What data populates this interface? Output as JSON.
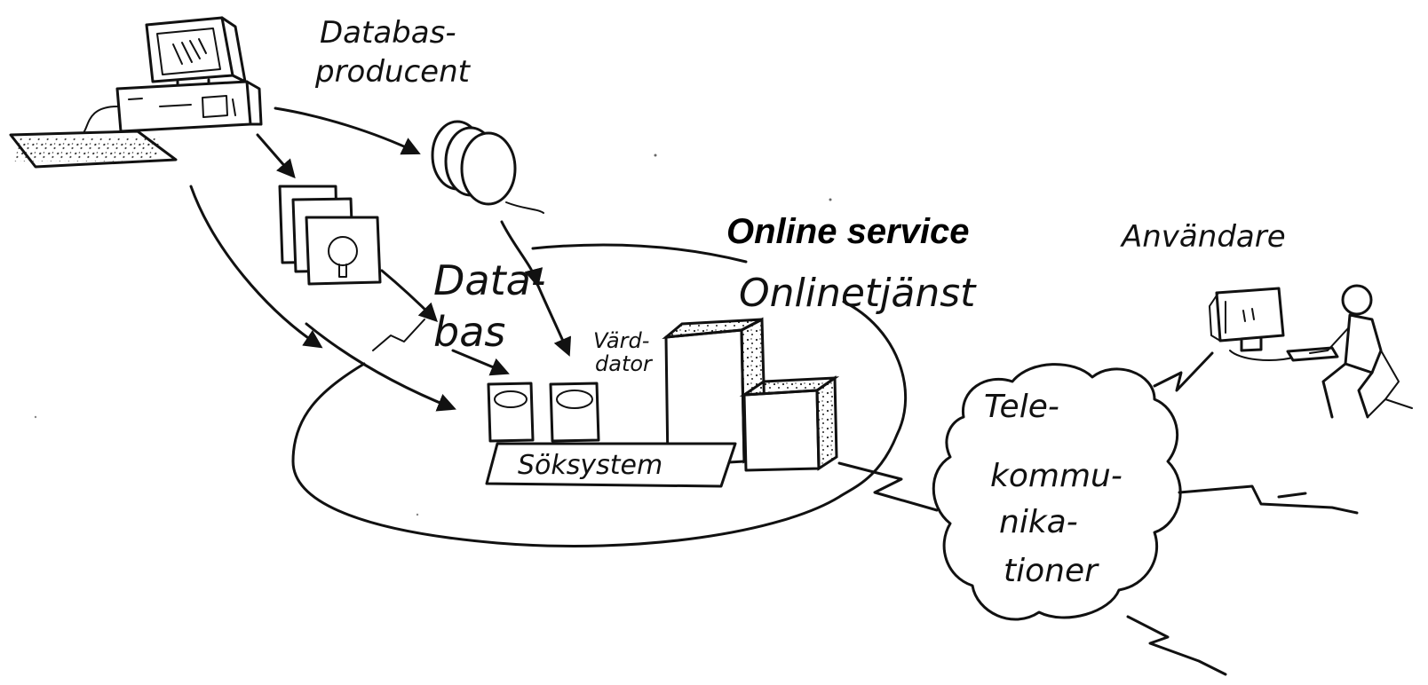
{
  "labels": {
    "database_producer_line1": "Databas-",
    "database_producer_line2": "producent",
    "database_line1": "Data-",
    "database_line2": "bas",
    "host_computer_line1": "Värd-",
    "host_computer_line2": "dator",
    "online_service_title": "Online service",
    "online_service_swedish": "Onlinetjänst",
    "user": "Användare",
    "search_system": "Söksystem",
    "telecom_line1": "Tele-",
    "telecom_line2": "kommu-",
    "telecom_line3": "nika-",
    "telecom_line4": "tioner"
  },
  "colors": {
    "ink": "#111111",
    "background": "#ffffff"
  }
}
